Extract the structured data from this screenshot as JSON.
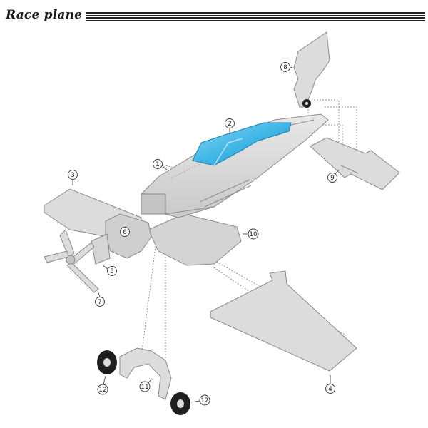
{
  "header": {
    "title": "Race plane"
  },
  "parts": [
    {
      "id": "part-1",
      "label": "1"
    },
    {
      "id": "part-2",
      "label": "2"
    },
    {
      "id": "part-3",
      "label": "3"
    },
    {
      "id": "part-4",
      "label": "4"
    },
    {
      "id": "part-5",
      "label": "5"
    },
    {
      "id": "part-6",
      "label": "6"
    },
    {
      "id": "part-7",
      "label": "7"
    },
    {
      "id": "part-8",
      "label": "8"
    },
    {
      "id": "part-9",
      "label": "9"
    },
    {
      "id": "part-10",
      "label": "10"
    },
    {
      "id": "part-11",
      "label": "11"
    },
    {
      "id": "part-12a",
      "label": "12"
    },
    {
      "id": "part-12b",
      "label": "12"
    }
  ],
  "colors": {
    "panel_fill": "#dcdcdc",
    "panel_stroke": "#8a8a8a",
    "canopy": "#3fb6e6",
    "tire": "#1e1e1e",
    "guide_line": "#777777"
  }
}
